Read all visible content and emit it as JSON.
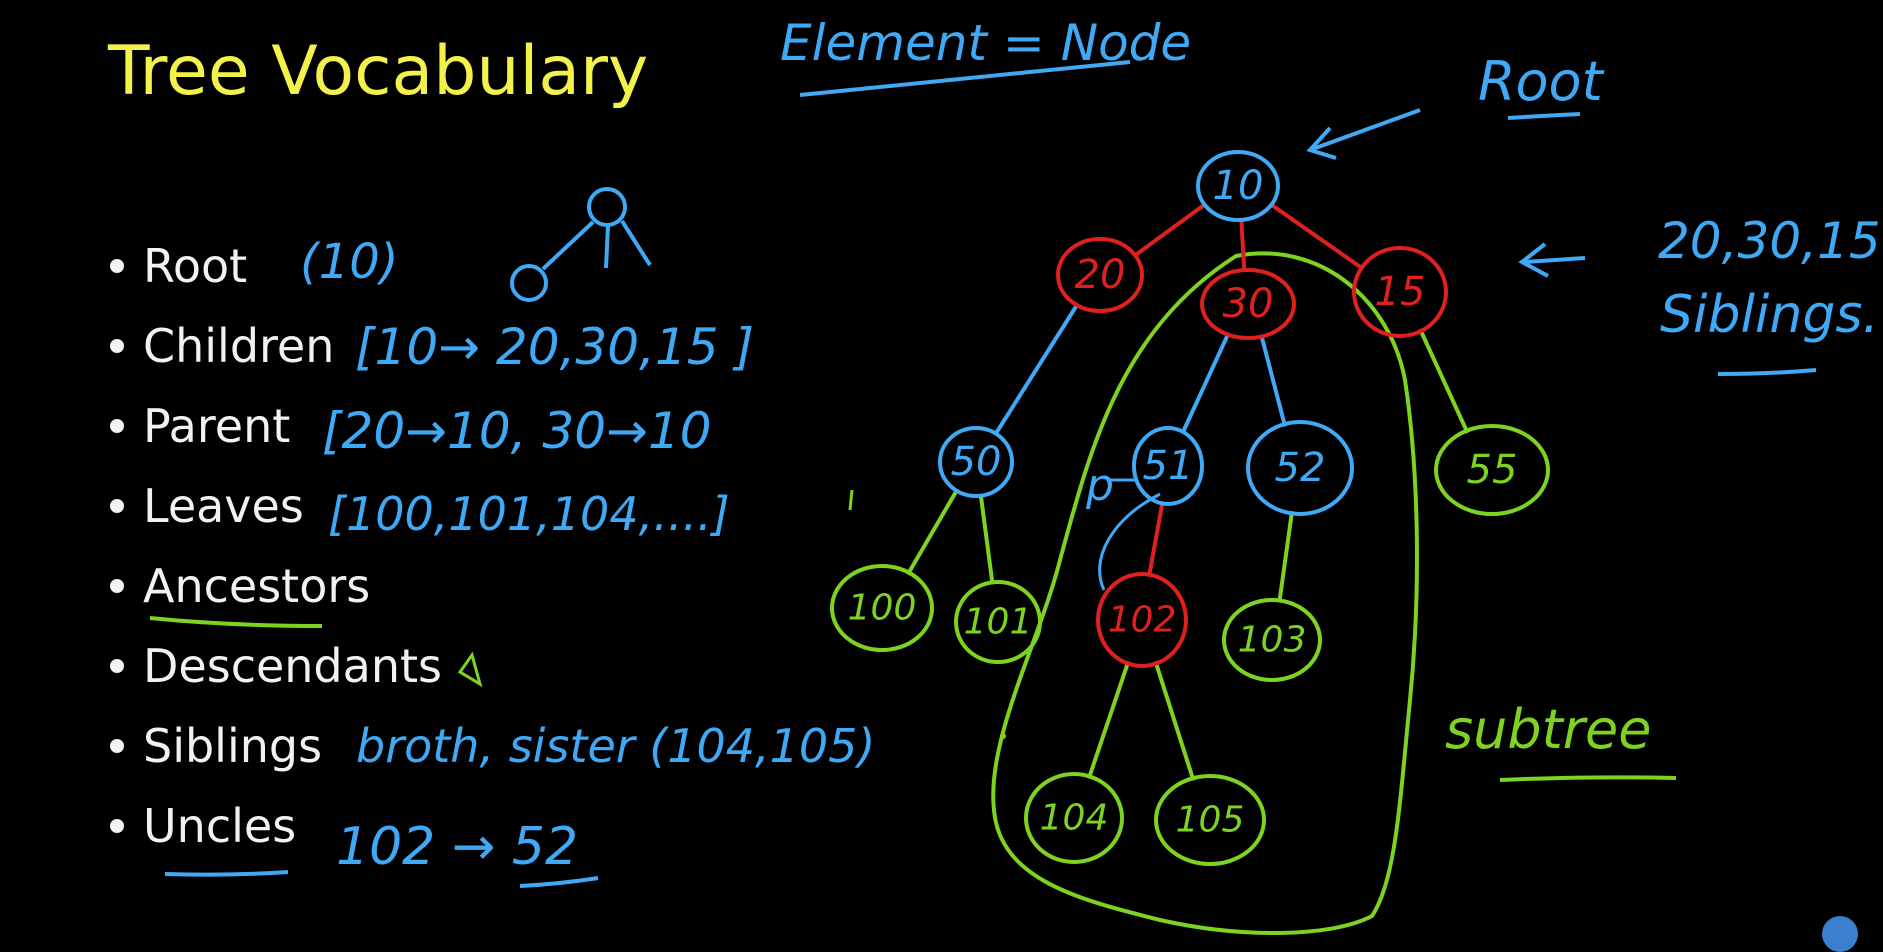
{
  "slide": {
    "title": "Tree Vocabulary",
    "top_note": "Element = Node",
    "root_note": "Root",
    "siblings_note_values": "20,30,15",
    "siblings_note_label": "Siblings.",
    "subtree_note": "subtree"
  },
  "bullets": [
    {
      "term": "Root",
      "note": "(10)"
    },
    {
      "term": "Children",
      "note": "[10→ 20,30,15 ]"
    },
    {
      "term": "Parent",
      "note": "[20→10, 30→10"
    },
    {
      "term": "Leaves",
      "note": "[100,101,104,....]"
    },
    {
      "term": "Ancestors",
      "note": ""
    },
    {
      "term": "Descendants",
      "note": ""
    },
    {
      "term": "Siblings",
      "note": "broth, sister (104,105)"
    },
    {
      "term": "Uncles",
      "note": "102 → 52"
    }
  ],
  "tree": {
    "nodes": [
      "10",
      "20",
      "30",
      "15",
      "50",
      "51",
      "52",
      "55",
      "100",
      "101",
      "102",
      "103",
      "104",
      "105"
    ],
    "edges": [
      [
        "10",
        "20"
      ],
      [
        "10",
        "30"
      ],
      [
        "10",
        "15"
      ],
      [
        "20",
        "50"
      ],
      [
        "30",
        "51"
      ],
      [
        "30",
        "52"
      ],
      [
        "15",
        "55"
      ],
      [
        "50",
        "100"
      ],
      [
        "50",
        "101"
      ],
      [
        "51",
        "102"
      ],
      [
        "52",
        "103"
      ],
      [
        "102",
        "104"
      ],
      [
        "102",
        "105"
      ]
    ],
    "path_label": "p"
  },
  "colors": {
    "title": "#f3f24a",
    "text": "#f2f2f2",
    "blue_ink": "#3fa9f5",
    "green_ink": "#7ed321",
    "red_ink": "#e01f1f"
  }
}
